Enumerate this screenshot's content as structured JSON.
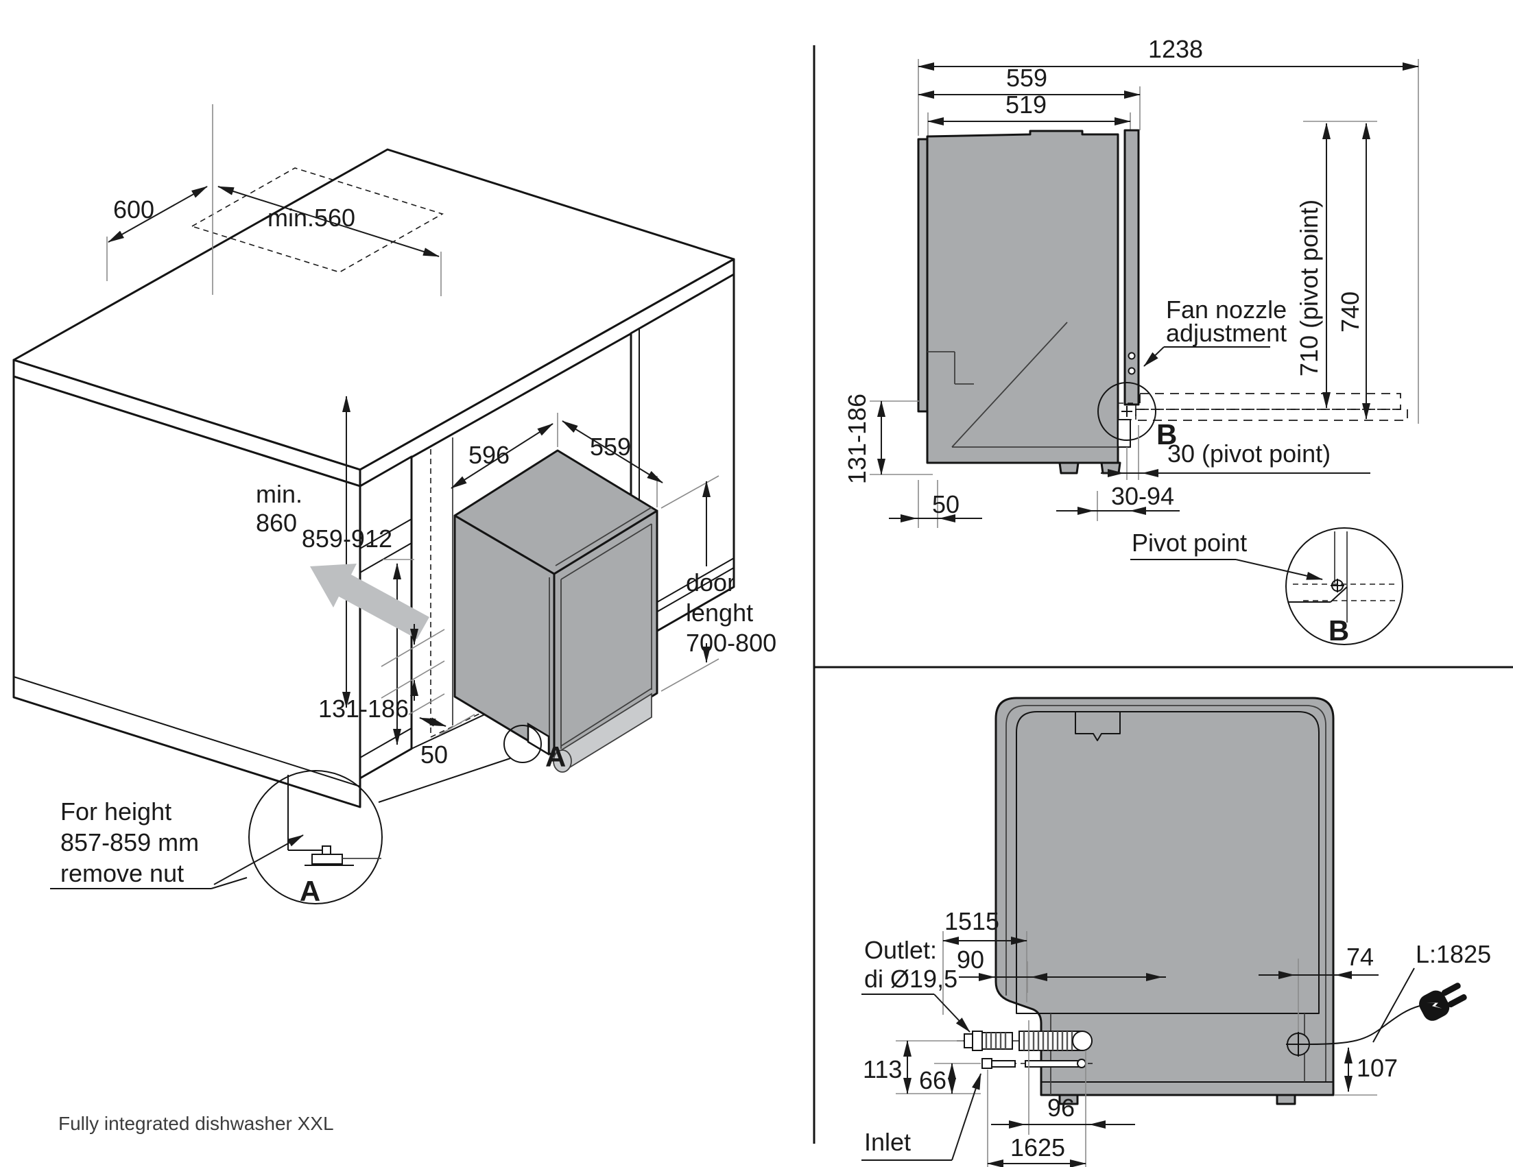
{
  "caption": "Fully integrated dishwasher XXL",
  "colors": {
    "line": "#141414",
    "body_gray": "#a9abad",
    "plinth_gray": "#c9cbcd",
    "arrow_gray": "#bdbfc1",
    "white": "#ffffff"
  },
  "iso": {
    "d600": "600",
    "dmin560": "min.560",
    "dmin": "min.",
    "d860": "860",
    "d596": "596",
    "d559": "559",
    "dheight": "859-912",
    "door1": "door",
    "door2": "lenght",
    "door3": "700-800",
    "dplinth": "131-186",
    "d50": "50",
    "detailA": "A",
    "calloutA": "A",
    "note1": "For height",
    "note2": "857-859 mm",
    "note3": "remove nut"
  },
  "side": {
    "d1238": "1238",
    "d559": "559",
    "d519": "519",
    "fan1": "Fan nozzle",
    "fan2": "adjustment",
    "d710": "710 (pivot point)",
    "d740": "740",
    "dplinth": "131-186",
    "d50": "50",
    "detailB": "B",
    "d30": "30 (pivot point)",
    "d3094": "30-94",
    "pivot": "Pivot point",
    "calloutB": "B"
  },
  "rear": {
    "d1515": "1515",
    "d90": "90",
    "d74": "74",
    "cord": "L:1825",
    "d113": "113",
    "d66": "66",
    "d96": "96",
    "d1625": "1625",
    "d107": "107",
    "outlet1": "Outlet:",
    "outlet2": "di Ø19,5",
    "inlet": "Inlet"
  }
}
